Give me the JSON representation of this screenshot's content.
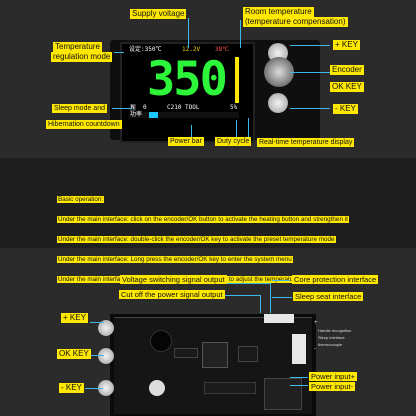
{
  "top": {
    "labels": {
      "supply_voltage": "Supply voltage",
      "room_temp_1": "Room temperature",
      "room_temp_2": "(temperature compensation)",
      "temp_reg_1": "Temperature",
      "temp_reg_2": "regulation mode",
      "plus_key": "+ KEY",
      "encoder": "Encoder",
      "ok_key": "OK KEY",
      "minus_key": "- KEY",
      "sleep_1": "Sleep mode and",
      "sleep_2": "Hibernation countdown",
      "power_bar": "Power bar",
      "duty_cycle": "Duty cycle",
      "realtime_temp": "Real-time temperature display"
    },
    "lcd": {
      "set_temp": "设定:350℃",
      "voltage": "12.2V",
      "room_temp": "38℃",
      "big_temp": "350",
      "sleep_indicator": "N",
      "sleep_count": "0",
      "tool": "C210 TOOL",
      "power_label": "功率",
      "duty": "5%",
      "power_fraction": 0.08
    }
  },
  "info": {
    "lines": [
      "Basic operation:",
      "Under the main interface: click on the encoder/OK button to activate the heating button and strengthen it",
      "Under the main interface: double-click the encoder/OK key to activate the preset temperature mode",
      "Under the main interface: Long press the encoder/OK key to enter the system menu",
      "Under the main interface: Short press the plus or minus keys to adjust the temperature of the rotary encoder"
    ]
  },
  "bottom": {
    "labels": {
      "volt_switch": "Voltage switching signal output",
      "core_protect": "Core protection interface",
      "cut_off": "Cut off the power signal output",
      "sleep_seat": "Sleep seat interface",
      "plus_key": "+ KEY",
      "ok_key": "OK KEY",
      "minus_key": "- KEY",
      "power_plus": "Power input+",
      "power_minus": "Power input-"
    },
    "side_labels": [
      "Handle recognition",
      "Sleep interface",
      "thermocouple"
    ],
    "signs": [
      "+",
      "-"
    ]
  },
  "colors": {
    "highlight": "#ffe800",
    "leader": "#3fb7e8",
    "big_digits": "#2cf53a"
  }
}
